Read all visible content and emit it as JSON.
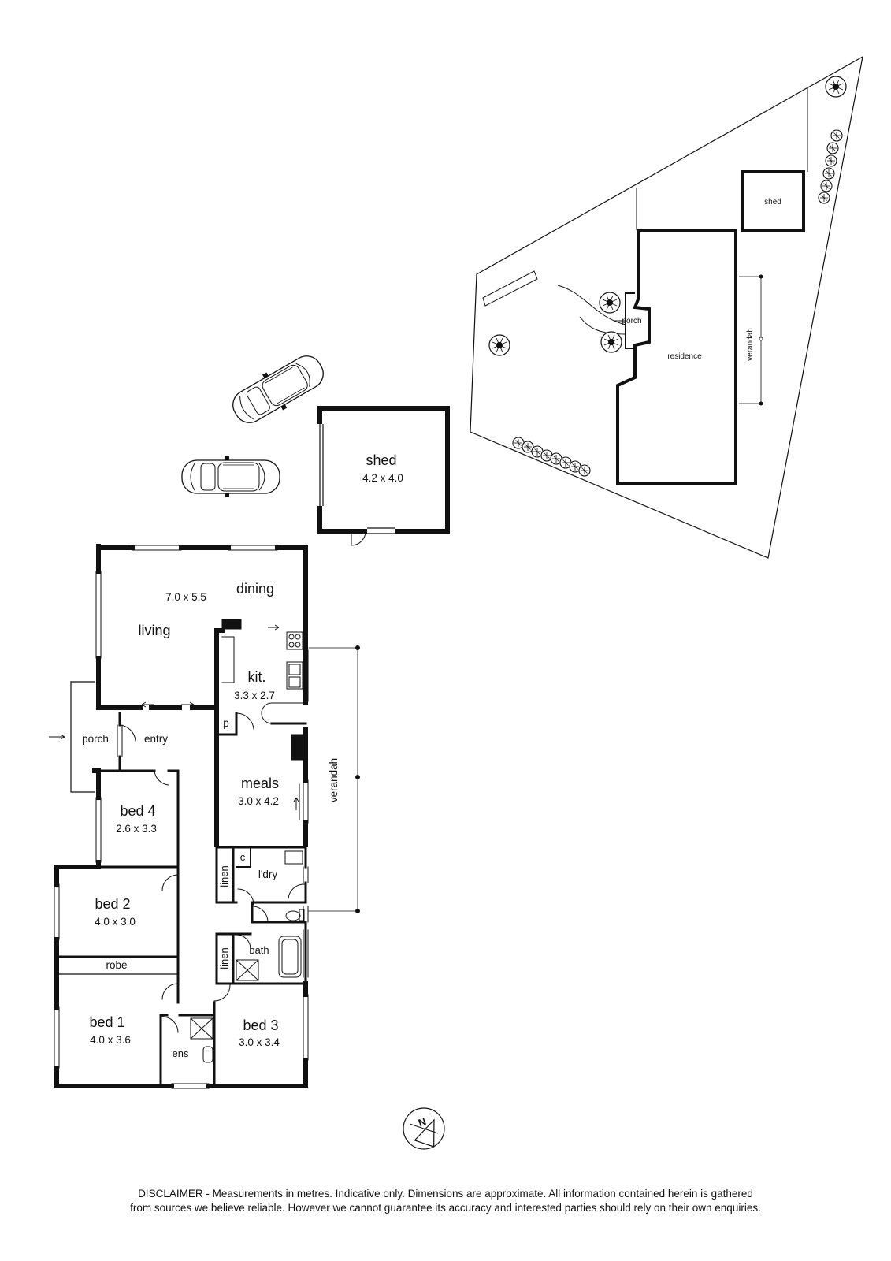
{
  "floor_plan": {
    "rooms": {
      "living": "living",
      "dining": "dining",
      "living_dims": "7.0 x 5.5",
      "kitchen": "kit.",
      "kitchen_dims": "3.3 x 2.7",
      "pantry": "p",
      "porch": "porch",
      "entry": "entry",
      "meals": "meals",
      "meals_dims": "3.0 x 4.2",
      "verandah": "verandah",
      "bed4": "bed 4",
      "bed4_dims": "2.6 x 3.3",
      "cupboard": "c",
      "laundry": "l'dry",
      "linen_1": "linen",
      "linen_2": "linen",
      "bed2": "bed 2",
      "bed2_dims": "4.0 x 3.0",
      "bath": "bath",
      "robe": "robe",
      "bed1": "bed 1",
      "bed1_dims": "4.0 x 3.6",
      "ensuite": "ens",
      "bed3": "bed 3",
      "bed3_dims": "3.0 x 3.4"
    },
    "shed": {
      "name": "shed",
      "dims": "4.2 x 4.0"
    }
  },
  "site_plan": {
    "shed": "shed",
    "porch": "porch",
    "residence": "residence",
    "verandah": "verandah"
  },
  "compass": {
    "label": "N"
  },
  "disclaimer": {
    "line1": "DISCLAIMER - Measurements in metres. Indicative only. Dimensions are approximate. All information contained herein is gathered",
    "line2": "from sources we believe reliable. However we cannot guarantee its accuracy and interested parties should rely on their own enquiries."
  }
}
